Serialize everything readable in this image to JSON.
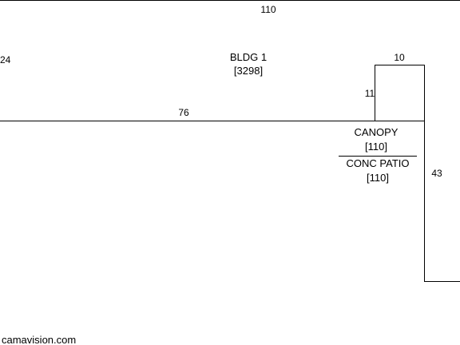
{
  "sketch": {
    "dimensions": {
      "top": "110",
      "left": "24",
      "bottom_main": "76",
      "canopy_width": "10",
      "canopy_height": "11",
      "right_side": "43"
    },
    "areas": {
      "bldg1": {
        "label": "BLDG 1",
        "area": "[3298]"
      },
      "canopy": {
        "label": "CANOPY",
        "area": "[110]"
      },
      "patio": {
        "label": "CONC PATIO",
        "area": "[110]"
      }
    },
    "footer": {
      "source": "camavision.com"
    }
  }
}
